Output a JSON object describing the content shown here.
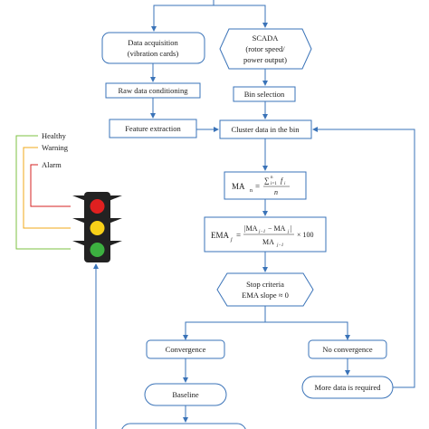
{
  "nodes": {
    "data_acquisition": {
      "line1": "Data acquisition",
      "line2": "(vibration cards)"
    },
    "scada": {
      "line1": "SCADA",
      "line2": "(rotor speed/",
      "line3": "power output)"
    },
    "raw_conditioning": "Raw data conditioning",
    "bin_selection": "Bin selection",
    "feature_extraction": "Feature extraction",
    "cluster": "Cluster data in the bin",
    "ma": {
      "lhs": "MA",
      "sub": "n",
      "eq": "=",
      "num_sum": "∑",
      "num_sup": "n",
      "num_sub": "i=1",
      "num_f": "f",
      "num_fsub": "i",
      "den": "n"
    },
    "ema": {
      "lhs": "EMA",
      "sub": "j",
      "eq": "=",
      "num": "|MA",
      "num_sub1": "j−1",
      "num_mid": " − MA",
      "num_sub2": "j",
      "num_end": "|",
      "den": "MA",
      "den_sub": "j−1",
      "times": "× 100"
    },
    "stop_criteria": {
      "line1": "Stop criteria",
      "line2": "EMA slope ≈ 0"
    },
    "convergence": "Convergence",
    "no_convergence": "No convergence",
    "baseline": "Baseline",
    "more_data": "More data is required"
  },
  "legend": {
    "healthy": {
      "label": "Healthy",
      "color": "#7cc242"
    },
    "warning": {
      "label": "Warning",
      "color": "#f0a818"
    },
    "alarm": {
      "label": "Alarm",
      "color": "#d42020"
    }
  },
  "traffic_light": {
    "lamps": [
      {
        "name": "red",
        "color": "#e02020"
      },
      {
        "name": "yellow",
        "color": "#f8d018"
      },
      {
        "name": "green",
        "color": "#3cb040"
      }
    ],
    "housing_color": "#222222"
  },
  "colors": {
    "flow": "#3a73b8"
  }
}
